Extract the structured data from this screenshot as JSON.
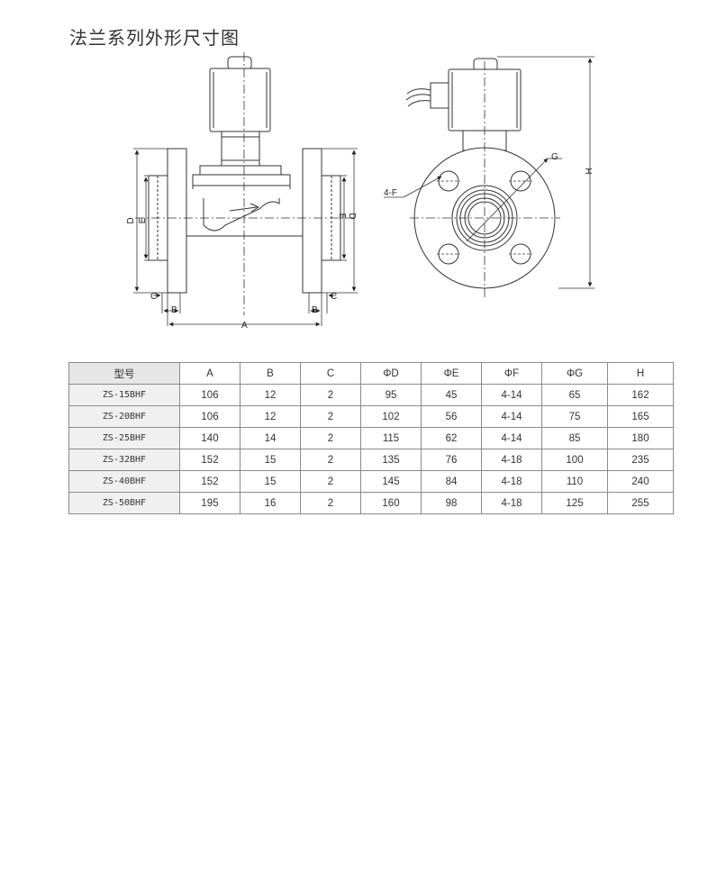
{
  "title": "法兰系列外形尺寸图",
  "drawing": {
    "labels": {
      "A": "A",
      "B": "B",
      "C": "C",
      "D": "D",
      "E": "E",
      "F": "4-F",
      "G": "G",
      "H": "H"
    }
  },
  "table": {
    "headers": [
      "型号",
      "A",
      "B",
      "C",
      "ΦD",
      "ΦE",
      "ΦF",
      "ΦG",
      "H"
    ],
    "rows": [
      [
        "ZS-15BHF",
        "106",
        "12",
        "2",
        "95",
        "45",
        "4-14",
        "65",
        "162"
      ],
      [
        "ZS-20BHF",
        "106",
        "12",
        "2",
        "102",
        "56",
        "4-14",
        "75",
        "165"
      ],
      [
        "ZS-25BHF",
        "140",
        "14",
        "2",
        "115",
        "62",
        "4-14",
        "85",
        "180"
      ],
      [
        "ZS-32BHF",
        "152",
        "15",
        "2",
        "135",
        "76",
        "4-18",
        "100",
        "235"
      ],
      [
        "ZS-40BHF",
        "152",
        "15",
        "2",
        "145",
        "84",
        "4-18",
        "110",
        "240"
      ],
      [
        "ZS-50BHF",
        "195",
        "16",
        "2",
        "160",
        "98",
        "4-18",
        "125",
        "255"
      ]
    ]
  }
}
